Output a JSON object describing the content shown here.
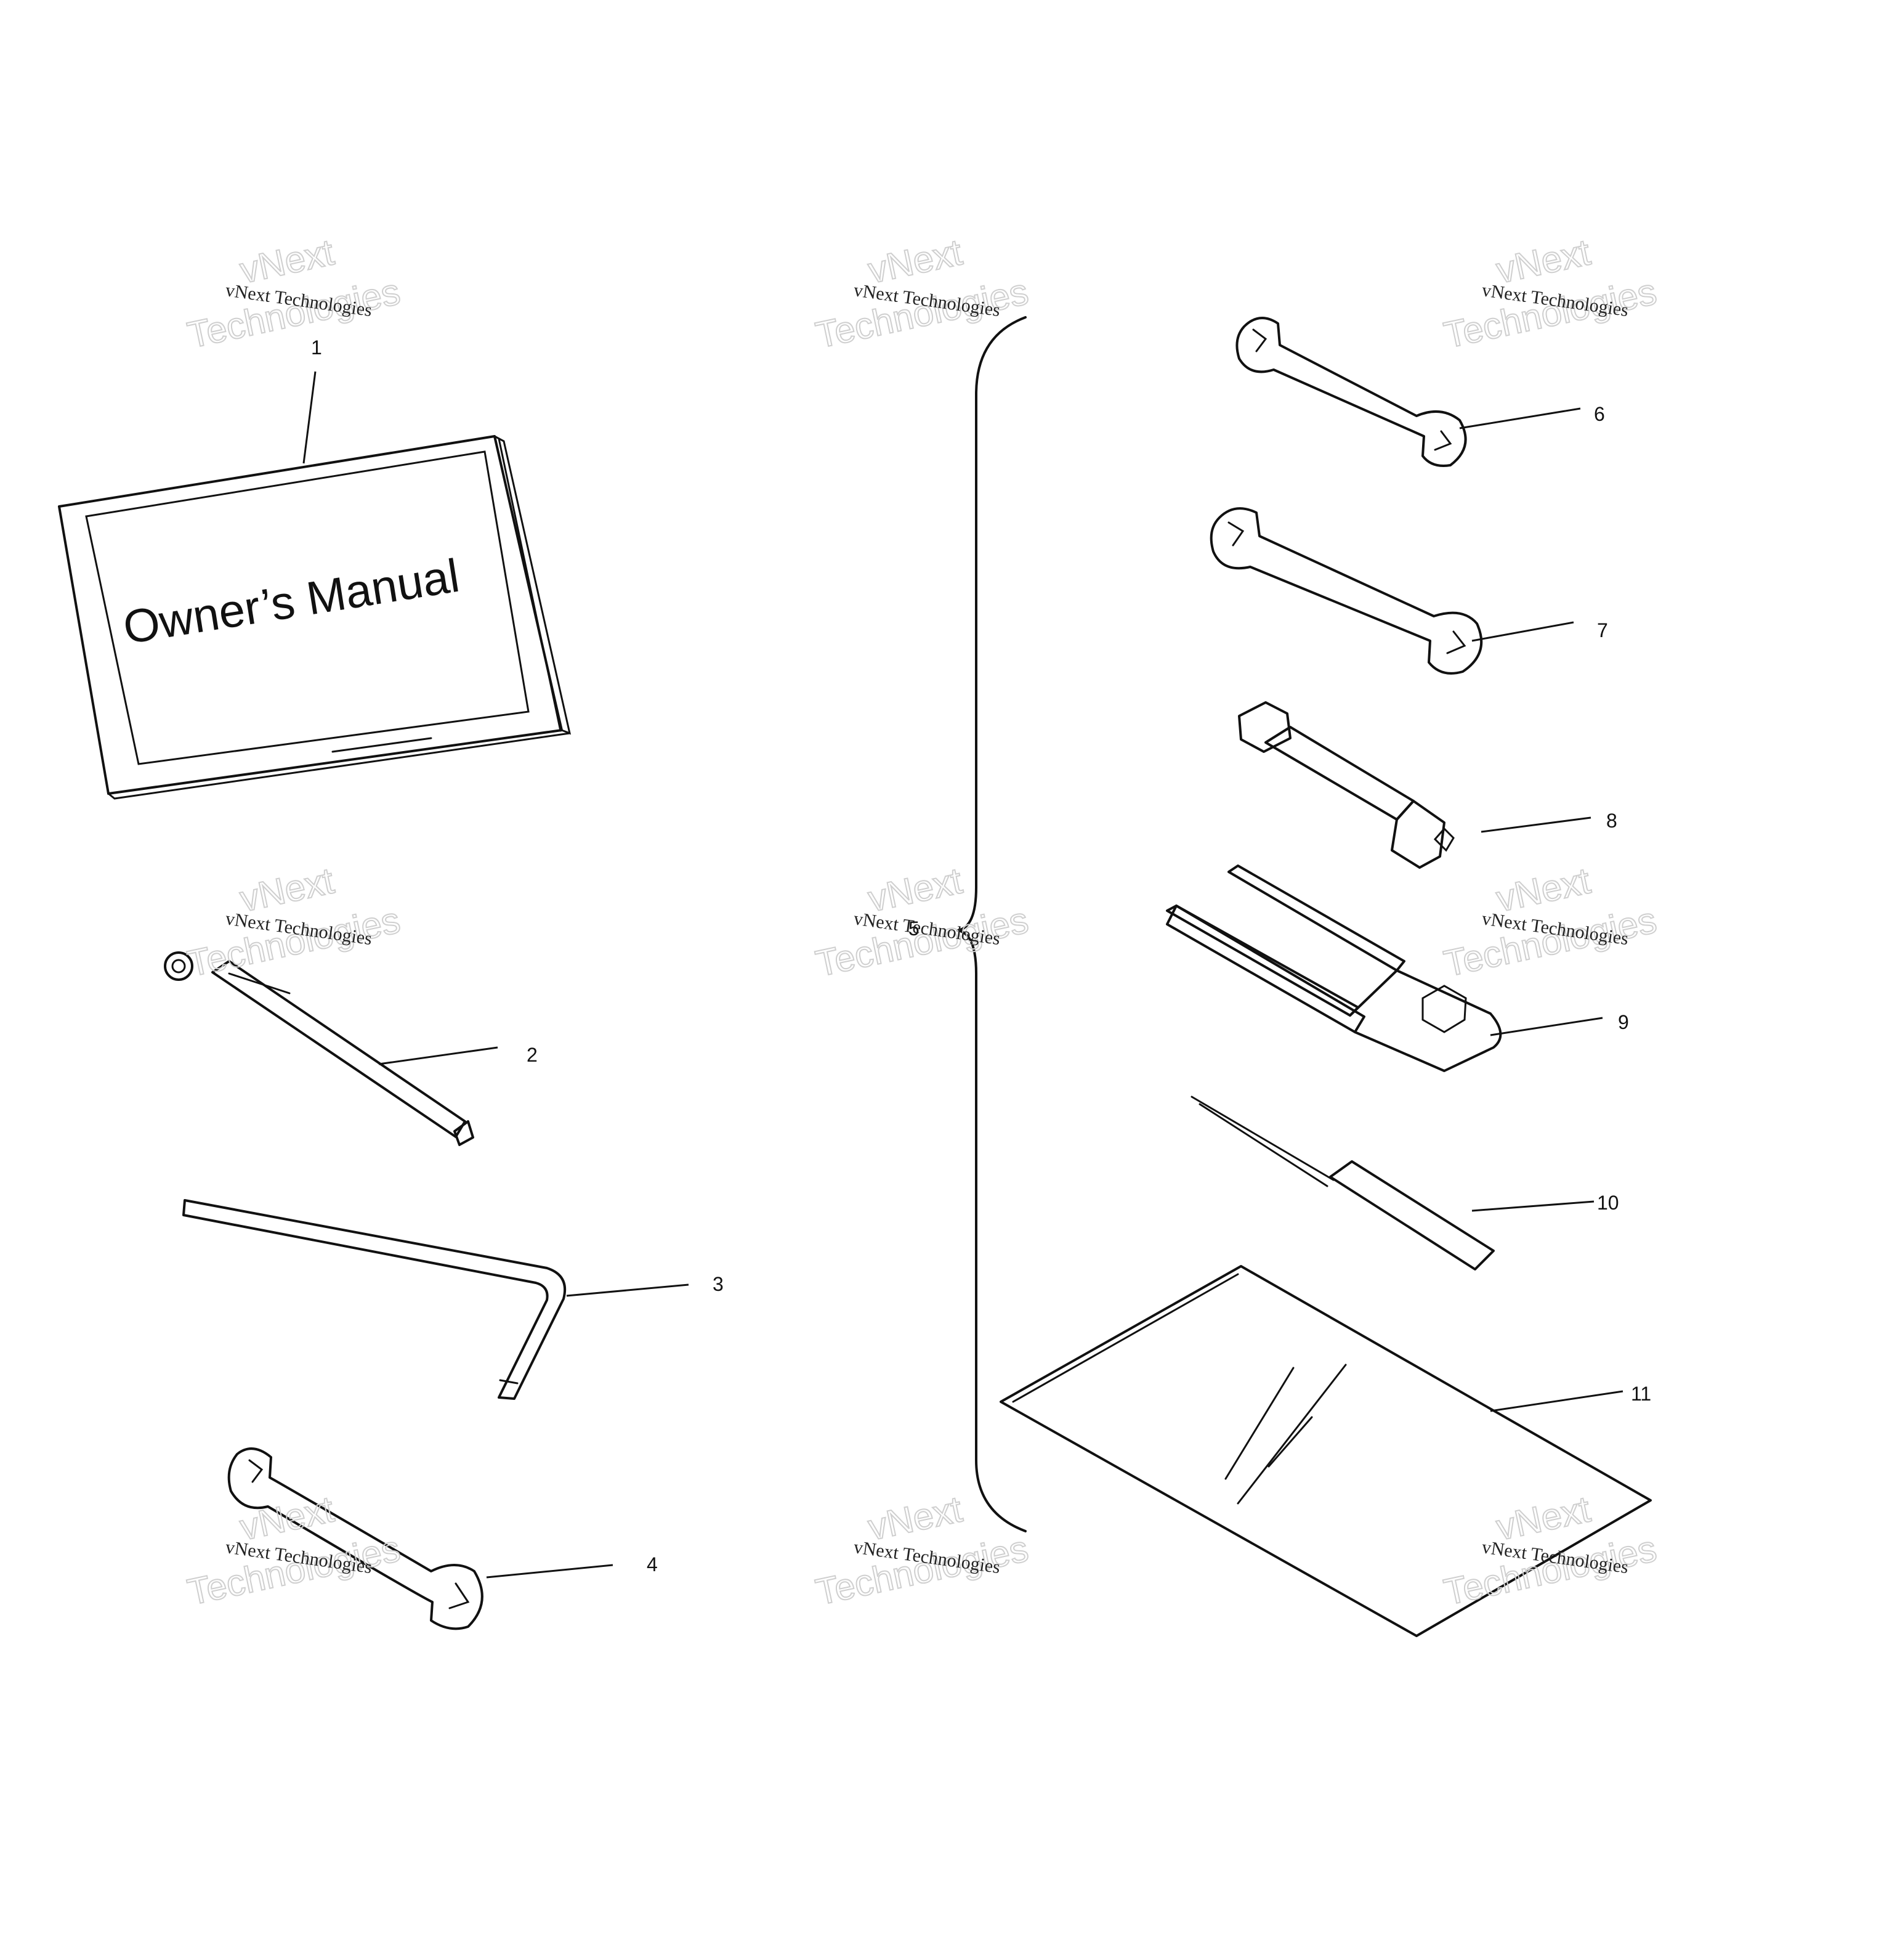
{
  "manual_cover_text": "Owner’s Manual",
  "callouts": [
    "1",
    "2",
    "3",
    "4",
    "5",
    "6",
    "7",
    "8",
    "9",
    "10",
    "11"
  ],
  "watermark": {
    "line1": "vNext Technologies",
    "line2a": "vNext",
    "line2b": "Technologies"
  }
}
